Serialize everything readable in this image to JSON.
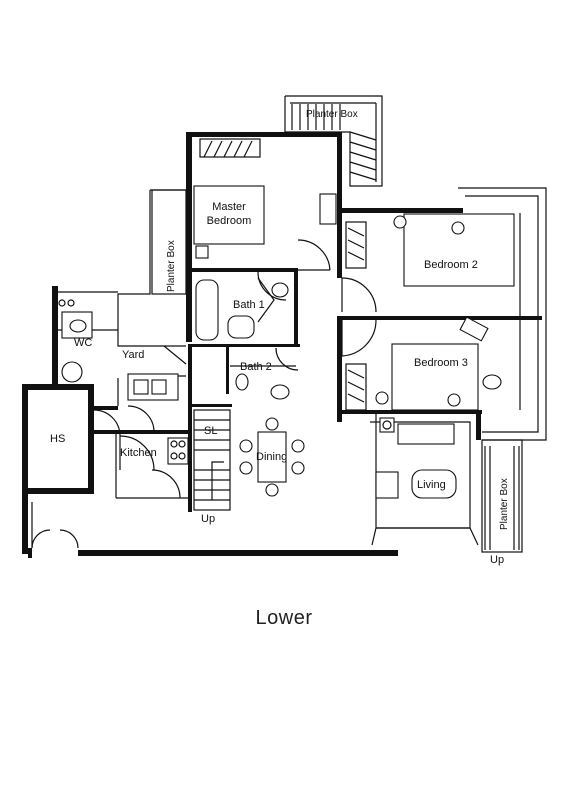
{
  "plan_title": "Lower",
  "rooms": {
    "planter_top": "Planter Box",
    "master_line1": "Master",
    "master_line2": "Bedroom",
    "planter_left": "Planter Box",
    "bath1": "Bath 1",
    "bedroom2": "Bedroom 2",
    "bedroom3": "Bedroom 3",
    "wc": "WC",
    "yard": "Yard",
    "bath2": "Bath 2",
    "hs": "HS",
    "kitchen": "Kitchen",
    "sl": "SL",
    "dining": "Dining",
    "living": "Living",
    "planter_right": "Planter Box",
    "up_left": "Up",
    "up_right": "Up"
  }
}
